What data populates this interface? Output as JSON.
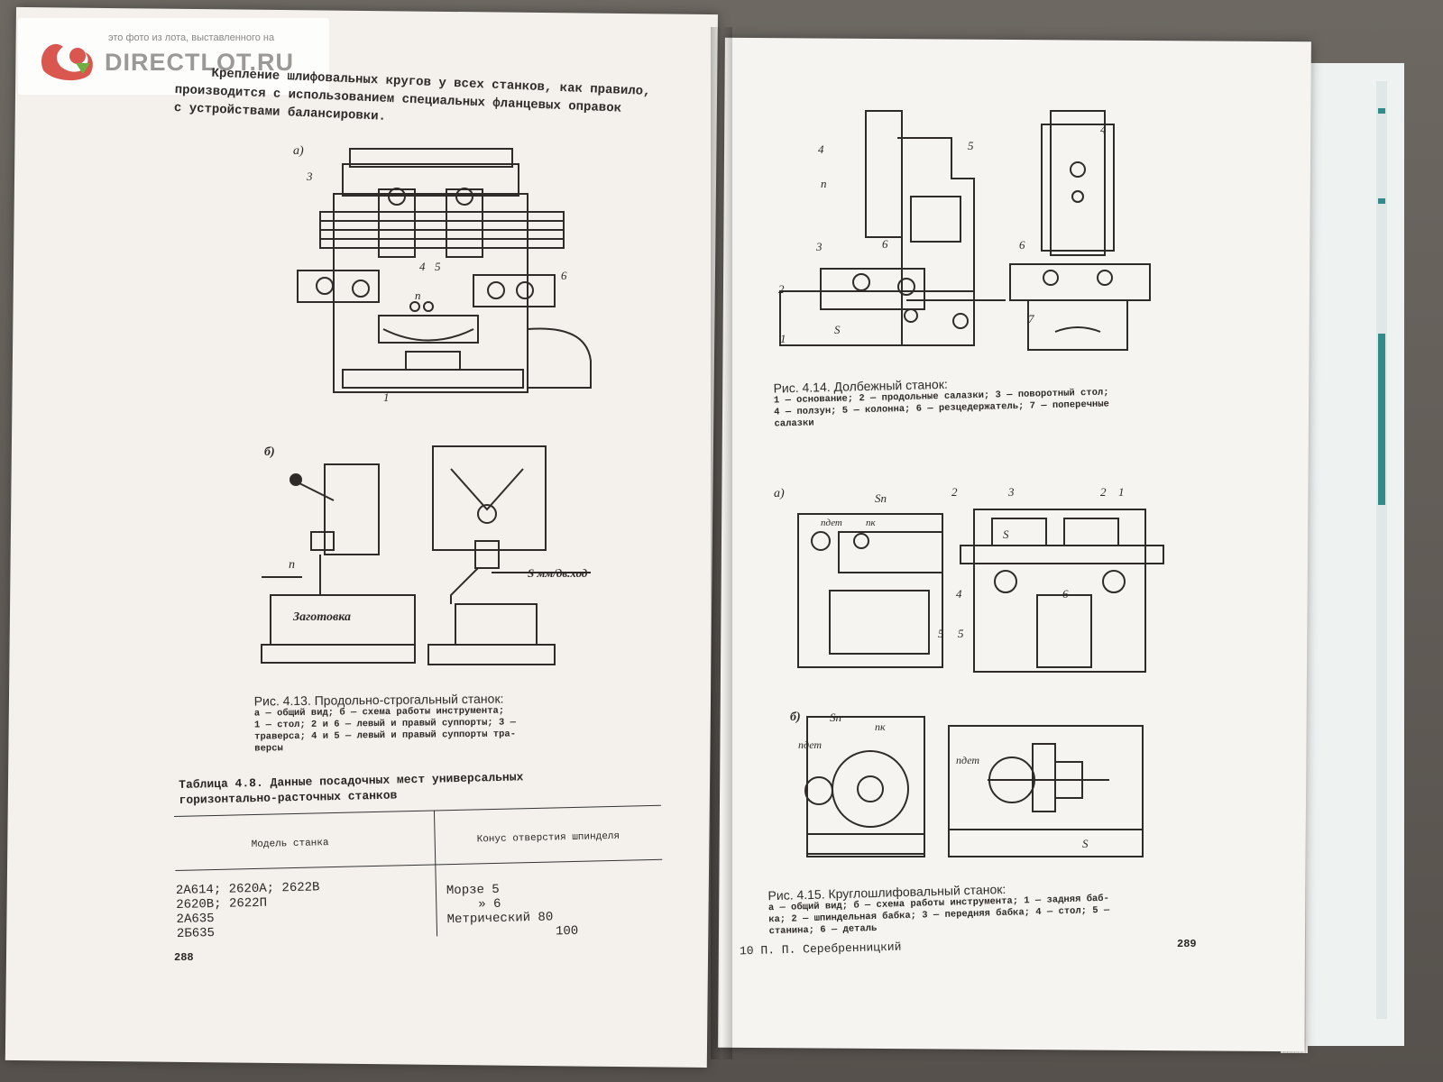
{
  "watermark": {
    "small_text": "это фото из лота, выставленного на",
    "logo_text": "DIRECTLOT.RU"
  },
  "left_page": {
    "intro_lines": [
      "Крепление шлифовальных кругов у всех станков, как правило,",
      "производится с использованием специальных фланцевых оправок",
      "с устройствами балансировки."
    ],
    "fig_4_13": {
      "part_a_label": "а)",
      "part_b_label": "б)",
      "numbers": [
        "3",
        "4",
        "5",
        "6",
        "1",
        "n"
      ],
      "workpiece_label": "Заготовка",
      "feed_label": "S мм/дв.ход",
      "n_label": "n",
      "caption_title": "Рис. 4.13. Продольно-строгальный станок:",
      "caption_lines": [
        "а — общий вид; б — схема работы инструмента;",
        "1 — стол; 2 и 6 — левый и правый суппорты; 3 —",
        "траверса; 4 и 5 — левый и правый суппорты тра-",
        "версы"
      ]
    },
    "table": {
      "title_lines": [
        "Таблица 4.8. Данные посадочных мест универсальных",
        "горизонтально-расточных станков"
      ],
      "col_headers": [
        "Модель станка",
        "Конус отверстия шпинделя"
      ],
      "models": [
        "2А614; 2620А; 2622В",
        "2620В; 2622П",
        "2А635",
        "2Б635"
      ],
      "tapers": [
        "Морзе 5",
        "» 6",
        "Метрический 80",
        "100"
      ]
    },
    "page_number": "288"
  },
  "right_page": {
    "fig_4_14": {
      "numbers": [
        "1",
        "2",
        "3",
        "4",
        "5",
        "6",
        "7",
        "n",
        "S",
        "4",
        "6",
        "7"
      ],
      "caption_title": "Рис. 4.14. Долбежный станок:",
      "caption_lines": [
        "1 — основание; 2 — продольные салазки; 3 — поворотный стол;",
        "4 — ползун; 5 — колонна; 6 — резцедержатель; 7 — поперечные",
        "салазки"
      ]
    },
    "fig_4_15": {
      "part_a_label": "а)",
      "part_b_label": "б)",
      "labels_a": [
        "Sп",
        "2",
        "3",
        "2",
        "1",
        "nдет",
        "nк",
        "4",
        "5",
        "5",
        "6",
        "S"
      ],
      "labels_b": [
        "Sп",
        "nк",
        "nдет",
        "nдет",
        "S"
      ],
      "caption_title": "Рис. 4.15. Круглошлифовальный станок:",
      "caption_lines": [
        "а — общий вид; б — схема работы инструмента; 1 — задняя баб-",
        "ка; 2 — шпиндельная бабка; 3 — передняя бабка; 4 — стол; 5 —",
        "станина; 6 — деталь"
      ]
    },
    "footer_author": "10 П. П. Серебренницкий",
    "page_number": "289"
  }
}
